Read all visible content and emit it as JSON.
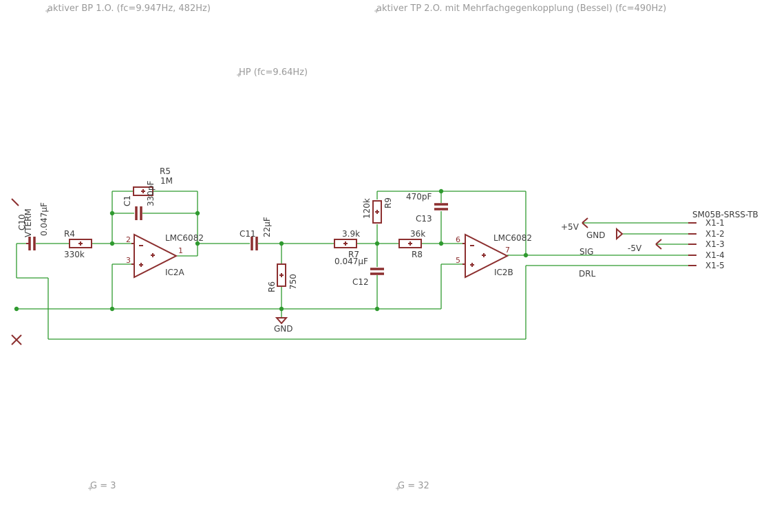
{
  "notes": {
    "bp": "aktiver BP 1.O. (fc=9.947Hz, 482Hz)",
    "tp": "aktiver TP 2.O. mit Mehrfachgegenkopplung (Bessel) (fc=490Hz)",
    "hp": "HP (fc=9.64Hz)",
    "gain1": "G = 3",
    "gain2": "G = 32"
  },
  "parts": {
    "c10": {
      "name": "C10",
      "value": "0.047µF"
    },
    "vterm": "VTERM",
    "r4": {
      "name": "R4",
      "value": "330k"
    },
    "r5": {
      "name": "R5",
      "value": "1M"
    },
    "c1": {
      "name": "C1",
      "value": "330pF"
    },
    "ic2a": {
      "name": "IC2A",
      "value": "LMC6082",
      "pin_inv": "2",
      "pin_noninv": "3",
      "pin_out": "1"
    },
    "c11": {
      "name": "C11",
      "value": "22µF"
    },
    "r6": {
      "name": "R6",
      "value": "750"
    },
    "gnd": "GND",
    "r7": {
      "name": "R7",
      "value": "3.9k"
    },
    "r9": {
      "name": "R9",
      "value": "120k"
    },
    "c12": {
      "name": "C12",
      "value": "0.047µF"
    },
    "r8": {
      "name": "R8",
      "value": "36k"
    },
    "c13": {
      "name": "C13",
      "value": "470pF"
    },
    "ic2b": {
      "name": "IC2B",
      "value": "LMC6082",
      "pin_inv": "6",
      "pin_noninv": "5",
      "pin_out": "7"
    }
  },
  "connector": {
    "name": "SM05B-SRSS-TB",
    "pins": [
      "X1-1",
      "X1-2",
      "X1-3",
      "X1-4",
      "X1-5"
    ]
  },
  "nets": {
    "pos5": "+5V",
    "gnd": "GND",
    "neg5": "-5V",
    "sig": "SIG",
    "drl": "DRL"
  },
  "colors": {
    "wire": "#2f9a2f",
    "component": "#8c2f2f",
    "note_text": "#9a9a9a",
    "label_text": "#3c3c3c"
  }
}
